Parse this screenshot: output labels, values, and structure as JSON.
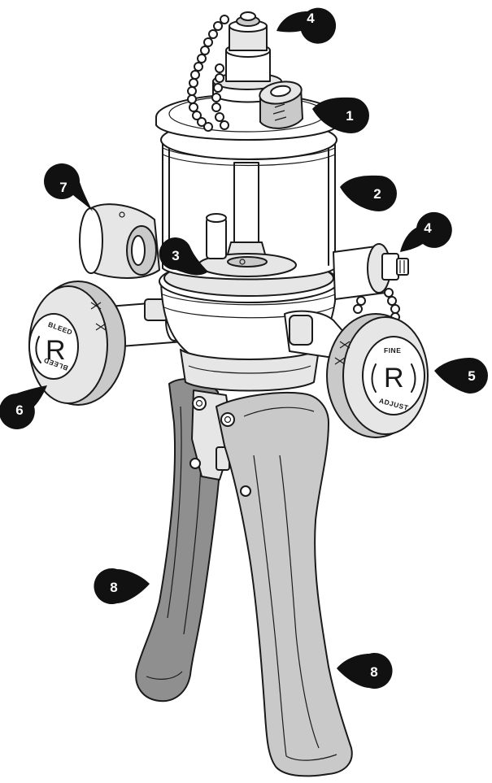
{
  "knobs": {
    "left": {
      "text_top": "BLEED",
      "text_bottom": "BLEED",
      "logo": "R"
    },
    "right": {
      "text_top": "FINE",
      "text_bottom": "ADJUST",
      "logo": "R"
    }
  },
  "callouts": [
    {
      "id": "c1",
      "label": "1"
    },
    {
      "id": "c2",
      "label": "2"
    },
    {
      "id": "c3",
      "label": "3"
    },
    {
      "id": "c4a",
      "label": "4"
    },
    {
      "id": "c4b",
      "label": "4"
    },
    {
      "id": "c5",
      "label": "5"
    },
    {
      "id": "c6",
      "label": "6"
    },
    {
      "id": "c7",
      "label": "7"
    },
    {
      "id": "c8a",
      "label": "8"
    },
    {
      "id": "c8b",
      "label": "8"
    }
  ],
  "colors": {
    "callout": "#111111",
    "outline": "#1a1a1a",
    "handle_fill": "#c9c9c9",
    "background": "#ffffff"
  }
}
